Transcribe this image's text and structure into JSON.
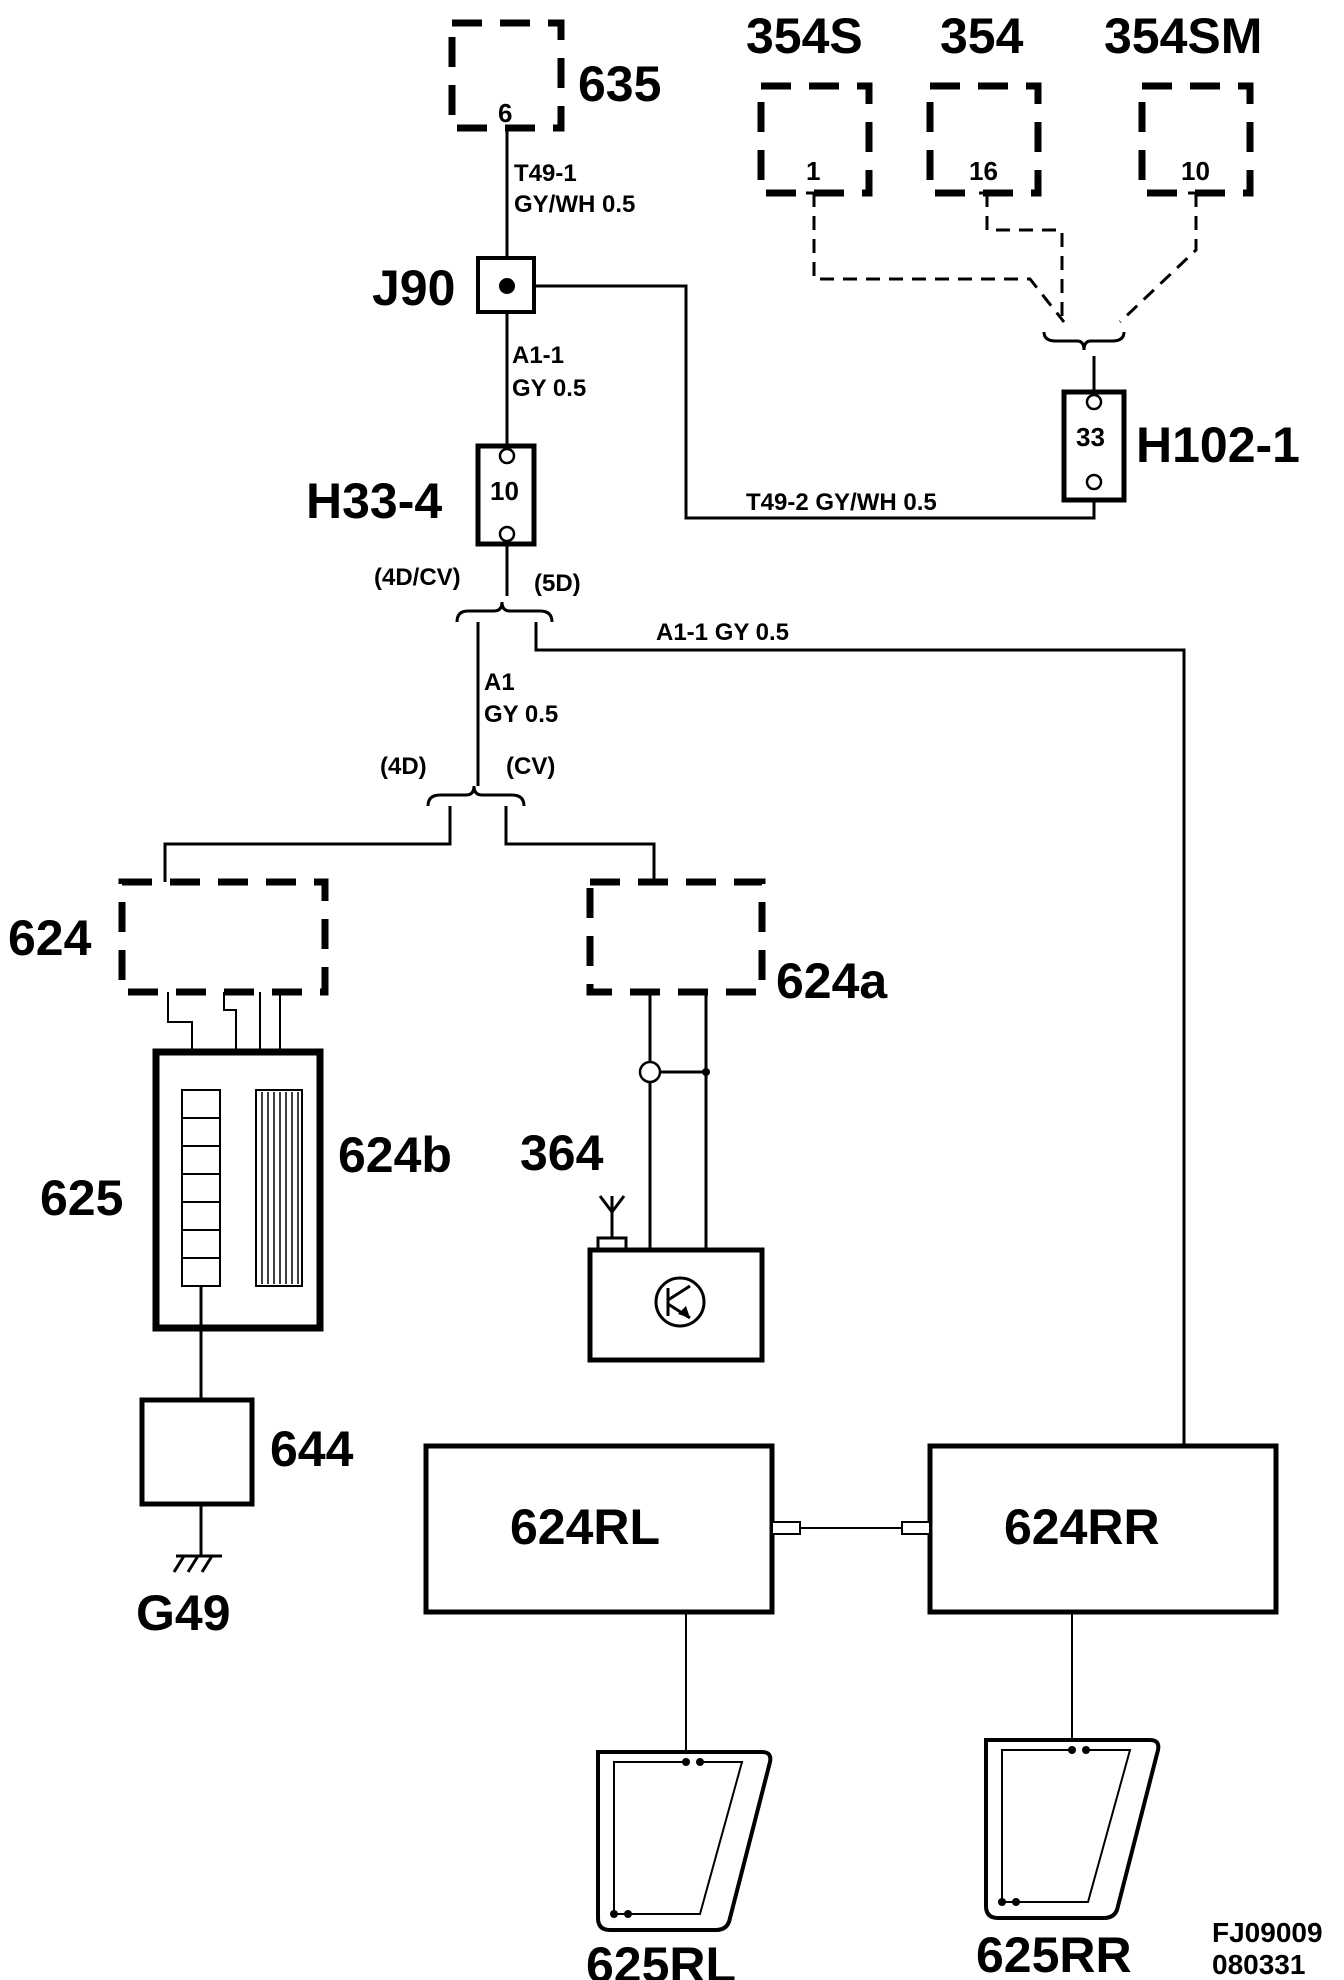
{
  "components": {
    "c635": "635",
    "c635_pin": "6",
    "c354s": "354S",
    "c354s_pin": "1",
    "c354": "354",
    "c354_pin": "16",
    "c354sm": "354SM",
    "c354sm_pin": "10",
    "j90": "J90",
    "h102": "H102-1",
    "h102_pin": "33",
    "h33": "H33-4",
    "h33_pin": "10",
    "c624": "624",
    "c624a": "624a",
    "c624b": "624b",
    "c625": "625",
    "c364": "364",
    "c644": "644",
    "g49": "G49",
    "c624rl": "624RL",
    "c624rr": "624RR",
    "c625rl": "625RL",
    "c625rr": "625RR"
  },
  "wires": {
    "t49_1": "T49-1",
    "t49_1_spec": "GY/WH   0.5",
    "a1_1_top": "A1-1",
    "a1_1_top_spec": "GY   0.5",
    "t49_2": "T49-2   GY/WH    0.5",
    "a1_1_right": "A1-1   GY    0.5",
    "a1": "A1",
    "a1_spec": "GY    0.5"
  },
  "variants": {
    "v4dcv": "(4D/CV)",
    "v5d": "(5D)",
    "v4d": "(4D)",
    "vcv": "(CV)"
  },
  "footer": {
    "code": "FJ09009",
    "date": "080331"
  }
}
